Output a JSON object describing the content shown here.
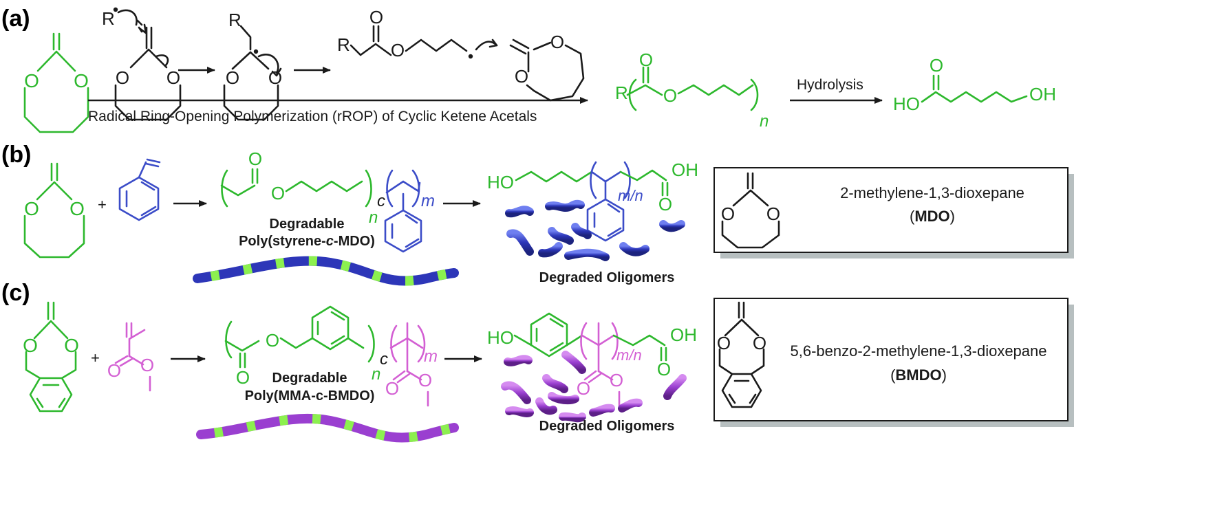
{
  "colors": {
    "green": "#2db82d",
    "blue": "#3b4cc8",
    "magenta": "#d35fd3",
    "purple": "#8b3fc6",
    "black": "#1a1a1a"
  },
  "panels": {
    "a": {
      "label": "(a)"
    },
    "b": {
      "label": "(b)"
    },
    "c": {
      "label": "(c)"
    }
  },
  "panel_a": {
    "mechanism": {
      "radical": "R",
      "radical_r2": "R",
      "ester_r": "R",
      "o_ring1_left": "O",
      "o_ring1_right": "O",
      "o_ring2_left": "O",
      "o_ring2_right": "O",
      "o_ester_carbonyl": "O",
      "o_ester_ether": "O",
      "o_mono_left": "O",
      "o_mono_right": "O"
    },
    "caption": "Radical Ring-Opening Polymerization (rROP) of Cyclic Ketene Acetals",
    "monomer": {
      "o_left": "O",
      "o_right": "O"
    },
    "polymer": {
      "r": "R",
      "o_carbonyl": "O",
      "o_ether": "O",
      "n": "n"
    },
    "hydrolysis_label": "Hydrolysis",
    "product": {
      "ho": "HO",
      "oh": "OH",
      "o_carbonyl": "O"
    }
  },
  "panel_b": {
    "monomer": {
      "o_left": "O",
      "o_right": "O"
    },
    "plus": "+",
    "copolymer": {
      "o_carbonyl": "O",
      "o_ether": "O",
      "n": "n",
      "c": "c",
      "m": "m",
      "name_line1": "Degradable",
      "name_line2_pre": "Poly(styrene-",
      "name_line2_c": "c",
      "name_line2_post": "-MDO)"
    },
    "degraded": {
      "ho": "HO",
      "oh": "OH",
      "o_carbonyl": "O",
      "mn": "m/n",
      "label": "Degraded Oligomers"
    },
    "box": {
      "o_left": "O",
      "o_right": "O",
      "name": "2-methylene-1,3-dioxepane",
      "abbr_open": "(",
      "abbr": "MDO",
      "abbr_close": ")"
    }
  },
  "panel_c": {
    "monomer": {
      "o_left": "O",
      "o_right": "O"
    },
    "plus": "+",
    "mma": {
      "o_carbonyl": "O",
      "o_ether": "O"
    },
    "copolymer": {
      "o_ester_ether": "O",
      "o_carbonyl": "O",
      "mma_o_carbonyl": "O",
      "mma_o_ether": "O",
      "n": "n",
      "c": "c",
      "m": "m",
      "name_line1": "Degradable",
      "name_line2": "Poly(MMA-c-BMDO)"
    },
    "degraded": {
      "ho": "HO",
      "oh": "OH",
      "o_carbonyl": "O",
      "mma_o_carbonyl": "O",
      "mma_o_ether": "O",
      "mn": "m/n",
      "label": "Degraded Oligomers"
    },
    "box": {
      "o_left": "O",
      "o_right": "O",
      "name": "5,6-benzo-2-methylene-1,3-dioxepane",
      "abbr_open": "(",
      "abbr": "BMDO",
      "abbr_close": ")"
    }
  }
}
